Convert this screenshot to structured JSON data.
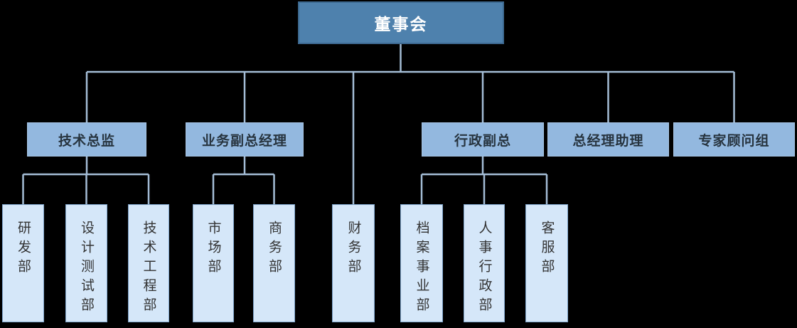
{
  "org": {
    "root": {
      "label": "董事会"
    },
    "managers": [
      {
        "label": "技术总监"
      },
      {
        "label": "业务副总经理"
      },
      {
        "label": "行政副总"
      },
      {
        "label": "总经理助理"
      },
      {
        "label": "专家顾问组"
      }
    ],
    "departments": [
      {
        "label": "研发部",
        "reports_to": "技术总监"
      },
      {
        "label": "设计测试部",
        "reports_to": "技术总监"
      },
      {
        "label": "技术工程部",
        "reports_to": "技术总监"
      },
      {
        "label": "市场部",
        "reports_to": "业务副总经理"
      },
      {
        "label": "商务部",
        "reports_to": "业务副总经理"
      },
      {
        "label": "财务部",
        "reports_to": "董事会"
      },
      {
        "label": "档案事业部",
        "reports_to": "行政副总"
      },
      {
        "label": "人事行政部",
        "reports_to": "行政副总"
      },
      {
        "label": "客服部",
        "reports_to": "行政副总"
      }
    ],
    "colors": {
      "background": "#000000",
      "root_fill": "#4E81AD",
      "root_border": "#3D6990",
      "root_text": "#FFFFFF",
      "manager_fill": "#93B8DF",
      "manager_text": "#27343F",
      "department_fill": "#D5E7F9",
      "department_border": "#7FA5CC",
      "department_text": "#333333",
      "connector": "#A4BDD6"
    }
  }
}
